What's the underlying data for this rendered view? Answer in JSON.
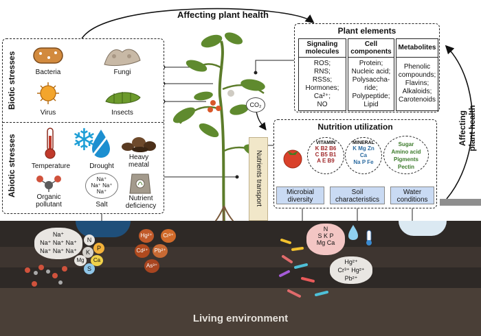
{
  "top_label": "Affecting plant health",
  "right_label_lines": [
    "Affecting",
    "plant health"
  ],
  "biotic": {
    "title": "Biotic stresses",
    "items": [
      "Bacteria",
      "Fungi",
      "Virus",
      "Insects"
    ]
  },
  "abiotic": {
    "title": "Abiotic stresses",
    "row1": [
      "Temperature",
      "Drought"
    ],
    "heavy_metal": [
      "Heavy",
      "meatal"
    ],
    "organic": [
      "Organic",
      "pollutant"
    ],
    "salt": "Salt",
    "salt_ions": [
      "Na⁺",
      "Na⁺ Na⁺",
      "Na⁺"
    ],
    "nutrient": [
      "Nutrient",
      "deficiency"
    ]
  },
  "plant_elements": {
    "title": "Plant elements",
    "columns": [
      {
        "header": [
          "Signaling",
          "molecules"
        ],
        "lines": [
          "ROS;",
          "RNS;",
          "RSSs;",
          "Hormones;",
          "Ca²⁺;",
          "NO"
        ]
      },
      {
        "header": [
          "Cell",
          "components"
        ],
        "lines": [
          "Protein;",
          "Nucleic acid;",
          "Polysaccha-",
          "ride;",
          "Polypeptide;",
          "Lipid"
        ]
      },
      {
        "header": [
          "Metabolites",
          ""
        ],
        "lines": [
          "Phenolic",
          "compounds;",
          "Flavins;",
          "Alkaloids;",
          "Carotenoids"
        ]
      }
    ]
  },
  "co2": "CO₂",
  "nutrients_transport": "Nutrients  transport",
  "nutrition": {
    "title": "Nutrition utilization",
    "vitamin": {
      "label": "VITAMIN",
      "items": [
        "K",
        "B2",
        "B6",
        "C",
        "B5",
        "B1",
        "A",
        "E",
        "B9"
      ]
    },
    "mineral": {
      "label": "MINERAL",
      "items": [
        "K",
        "Mg",
        "Zn",
        "Ca",
        "Na",
        "P",
        "Fe"
      ]
    },
    "other": [
      "Sugar",
      "Amino acid",
      "Pigments",
      "Pectin"
    ],
    "factors": [
      [
        "Microbial",
        "diversity"
      ],
      [
        "Soil",
        "characteristics"
      ],
      [
        "Water",
        "conditions"
      ]
    ]
  },
  "soil": {
    "na_cluster": [
      "Na⁺",
      "Na⁺ Na⁺ Na⁺",
      "Na⁺ Na⁺ Na⁺"
    ],
    "nutrients_left": [
      "N",
      "P",
      "K",
      "Mg",
      "Ca",
      "S"
    ],
    "metals_left": [
      "Hg²⁺",
      "Cr³⁺",
      "Cd²⁺",
      "Pb²⁺",
      "As³⁺"
    ],
    "nutrients_right": [
      "N",
      "S",
      "K",
      "P",
      "Mg",
      "Ca"
    ],
    "metals_right": [
      "Hg²⁺",
      "Cr³⁺",
      "Hg²⁺",
      "Pb²⁺"
    ],
    "caption": "Living environment"
  },
  "colors": {
    "soil": "#2e2926",
    "soil_light": "#5a4e45",
    "blue_box": "#c9daf3",
    "vitamin_text": "#a0282a",
    "mineral_text": "#2a6aa0",
    "other_text": "#3b7a2a",
    "leaf": "#5f8a2e"
  }
}
